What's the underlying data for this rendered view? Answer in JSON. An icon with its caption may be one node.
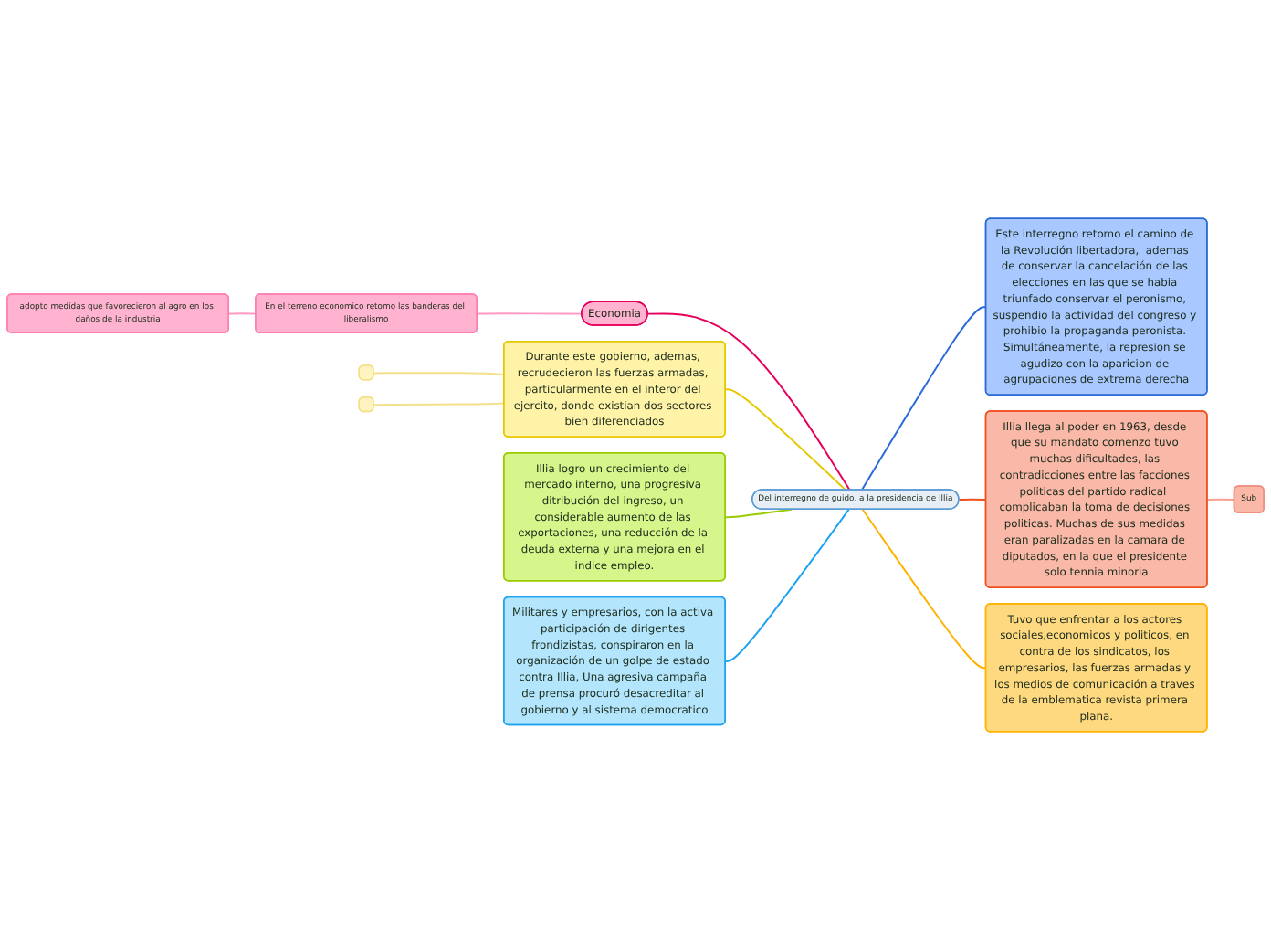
{
  "diagram": {
    "nodes": [
      {
        "text": [
          "Del interregno de guido, a la presidencia de Illia"
        ]
      },
      {
        "text": [
          "Economia"
        ]
      },
      {
        "text": [
          "En el terreno economico retomo las banderas del liberalismo"
        ]
      },
      {
        "text": [
          "adopto medidas que favorecieron al agro en los daños de la industria"
        ]
      },
      {
        "text": [
          "Durante este gobierno, ademas, recrudecieron las fuerzas armadas, particularmente en el interor del ejercito, donde existian dos sectores bien diferenciados"
        ]
      },
      {
        "text": [],
        "shape": "box"
      },
      {
        "text": [],
        "shape": "box"
      },
      {
        "text": [
          "Illia logro un crecimiento del mercado interno, una progresiva ditribución del ingreso, un considerable aumento de las exportaciones, una reducción de la deuda externa y una mejora en el indice empleo."
        ]
      },
      {
        "text": [
          "Militares y empresarios, con la activa participación de dirigentes frondizistas, conspiraron en la organización de un golpe de estado contra Illia, Una agresiva campaña de prensa procuró desacreditar al gobierno y al sistema democratico"
        ]
      },
      {
        "text": [
          "Este interregno retomo el camino de la Revolución libertadora,  ademas de conservar la cancelación de las elecciones en las que se habia triunfado conservar el peronismo, suspendio la actividad del congreso y prohibio la propaganda peronista. Simultáneamente, la represion se agudizo con la aparicion de agrupaciones de extrema derecha"
        ]
      },
      {
        "text": [
          "Illia llega al poder en 1963, desde que su mandato comenzo tuvo muchas dificultades, las contradicciones entre las facciones politicas del partido radical  complicaban la toma de decisiones politicas. Muchas de sus medidas eran paralizadas en la camara de diputados, en la que el presidente solo tennia minoria"
        ]
      },
      {
        "text": [
          "Sub"
        ]
      },
      {
        "text": [
          "Tuvo que enfrentar a los actores sociales,economicos y politicos, en contra de los sindicatos, los empresarios, las fuerzas armadas y los medios de comunicación a traves de la emblematica revista primera plana."
        ]
      }
    ],
    "edges": [
      {
        "from": 0,
        "to": 1,
        "arrow": "none",
        "color": "#e6005c"
      },
      {
        "from": 1,
        "to": 2,
        "arrow": "none",
        "color": "#ff99c2"
      },
      {
        "from": 2,
        "to": 3,
        "arrow": "none",
        "color": "#ff99c2"
      },
      {
        "from": 0,
        "to": 4,
        "arrow": "none",
        "color": "#e6c800"
      },
      {
        "from": 4,
        "to": 5,
        "arrow": "none",
        "color": "#f5e08a"
      },
      {
        "from": 4,
        "to": 6,
        "arrow": "none",
        "color": "#f5e08a"
      },
      {
        "from": 0,
        "to": 7,
        "arrow": "none",
        "color": "#99cc00"
      },
      {
        "from": 0,
        "to": 8,
        "arrow": "none",
        "color": "#1fa3f0"
      },
      {
        "from": 0,
        "to": 9,
        "arrow": "none",
        "color": "#2a6ad8"
      },
      {
        "from": 0,
        "to": 10,
        "arrow": "none",
        "color": "#f05020"
      },
      {
        "from": 10,
        "to": 11,
        "arrow": "none",
        "color": "#f5a090"
      },
      {
        "from": 0,
        "to": 12,
        "arrow": "none",
        "color": "#ffb300"
      }
    ]
  }
}
